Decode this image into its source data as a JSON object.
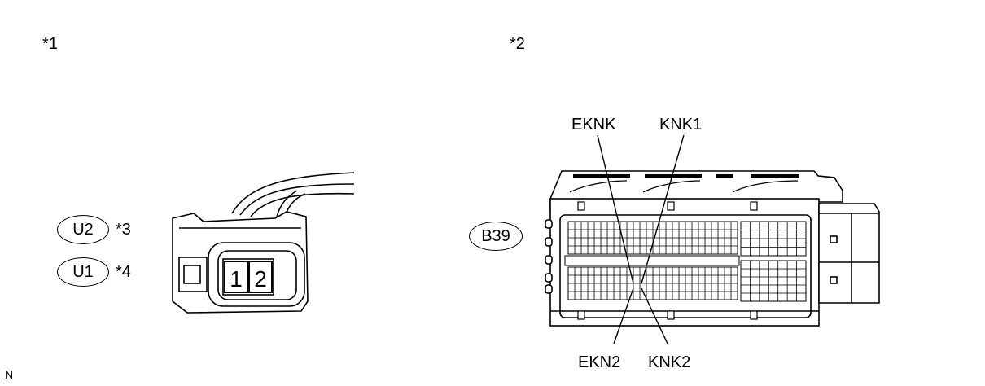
{
  "callouts": {
    "c1": "*1",
    "c2": "*2",
    "c3": "*3",
    "c4": "*4"
  },
  "codes": {
    "u2": "U2",
    "u1": "U1",
    "b39": "B39"
  },
  "pins": {
    "p1": "1",
    "p2": "2"
  },
  "terminals": {
    "ekn": "EKNK",
    "knk1": "KNK1",
    "ekn2": "EKN2",
    "knk2": "KNK2"
  },
  "footer": {
    "mark": "N"
  }
}
